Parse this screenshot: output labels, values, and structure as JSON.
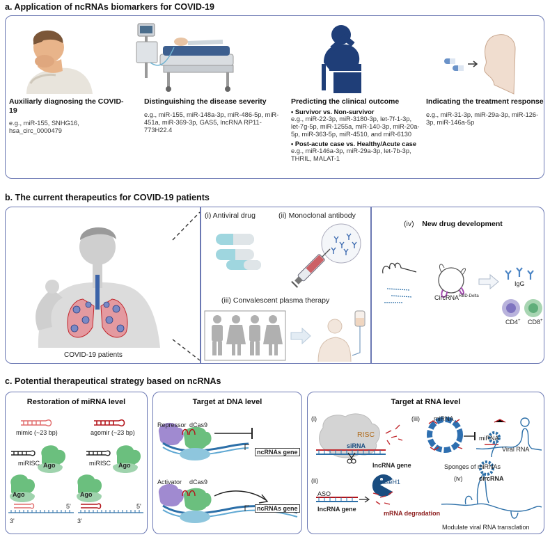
{
  "section_a": {
    "title": "a. Application of ncRNAs  biomarkers for COVID-19",
    "items": [
      {
        "heading": "Auxiliarly diagnosing the COVID-19",
        "text": "e.g., miR-155, SNHG16, hsa_circ_0000479"
      },
      {
        "heading": "Distinguishing the disease severity",
        "text": "e.g., miR-155, miR-148a-3p, miR-486-5p, miR-451a, miR-369-3p, GAS5, lncRNA RP11-773H22.4"
      },
      {
        "heading": "Predicting the clinical outcome",
        "sub1": "Survivor vs. Non-survivor",
        "text1": "e.g., miR-22-3p, miR-3180-3p, let-7f-1-3p, let-7g-5p, miR-1255a, miR-140-3p, miR-20a-5p, miR-363-5p, miR-4510, and miR-6130",
        "sub2": "Post-acute case vs. Healthy/Acute case",
        "text2": "e.g., miR-146a-3p, miR-29a-3p, let-7b-3p, THRIL, MALAT-1"
      },
      {
        "heading": "Indicating the treatment response",
        "text": "e.g., miR-31-3p, miR-29a-3p, miR-126-3p, miR-146a-5p"
      }
    ]
  },
  "section_b": {
    "title": "b. The current therapeutics for COVID-19 patients",
    "patient_label": "COVID-19 patients",
    "antiviral": "(i)  Antiviral drug",
    "monoclonal": "(ii)  Monoclonal antibody",
    "plasma": "(iii)  Convalescent plasma therapy",
    "new_drug_num": "(iv)",
    "new_drug": "New drug development",
    "circrna": "CircRNA",
    "circrna_sup": "RBD-Delta",
    "igg": "IgG",
    "cd4": "CD4",
    "cd8": "CD8",
    "plus": "+"
  },
  "section_c": {
    "title": "c. Potential therapeutical strategy based on ncRNAs",
    "restoration": {
      "title": "Restoration of miRNA level",
      "mimic": "mimic (~23 bp)",
      "agomir": "agomir (~23 bp)",
      "mirisc": "miRISC",
      "ago": "Ago",
      "five": "5'",
      "three": "3'"
    },
    "dna": {
      "title": "Target at DNA level",
      "repressor": "Repressor",
      "activator": "Activator",
      "dcas9": "dCas9",
      "gene": "ncRNAs gene"
    },
    "rna": {
      "title": "Target at RNA level",
      "i": "(i)",
      "ii": "(ii)",
      "iii": "(iii)",
      "iv": "(iv)",
      "risc": "RISC",
      "sirna": "siRNA",
      "lncrna_gene": "lncRNA gene",
      "rnaseh1": "RNaseH1",
      "aso": "ASO",
      "mrna_deg": "mRNA degradation",
      "mirna": "miRNA",
      "viral_rna": "Viral RNA",
      "sponges": "Sponges of miRNAs",
      "circrna": "circRNA",
      "modulate": "Modulate viral RNA transclation"
    }
  },
  "colors": {
    "panel_border": "#6b78b3",
    "dark_blue": "#1f3e78",
    "red": "#c0262c",
    "teal": "#2c8fa6",
    "green": "#5fae7a",
    "purple": "#9a86c4"
  }
}
